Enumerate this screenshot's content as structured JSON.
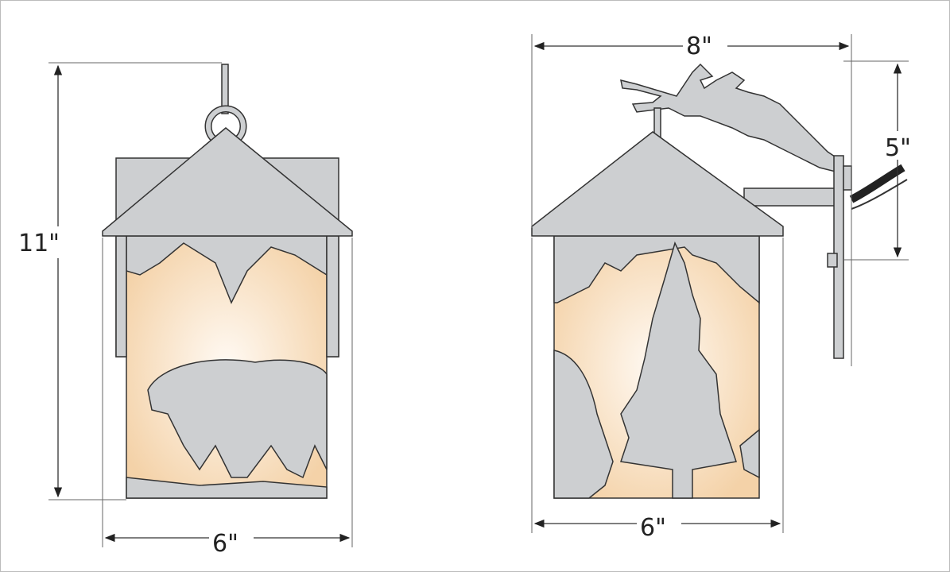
{
  "front_view": {
    "height_label": "11\"",
    "width_label": "6\""
  },
  "side_view": {
    "depth_label": "8\"",
    "width_label": "6\"",
    "backplate_label": "5\""
  },
  "colors": {
    "metal": "#cdcfd1",
    "glass": "#f4d6b0",
    "line": "#333333"
  }
}
